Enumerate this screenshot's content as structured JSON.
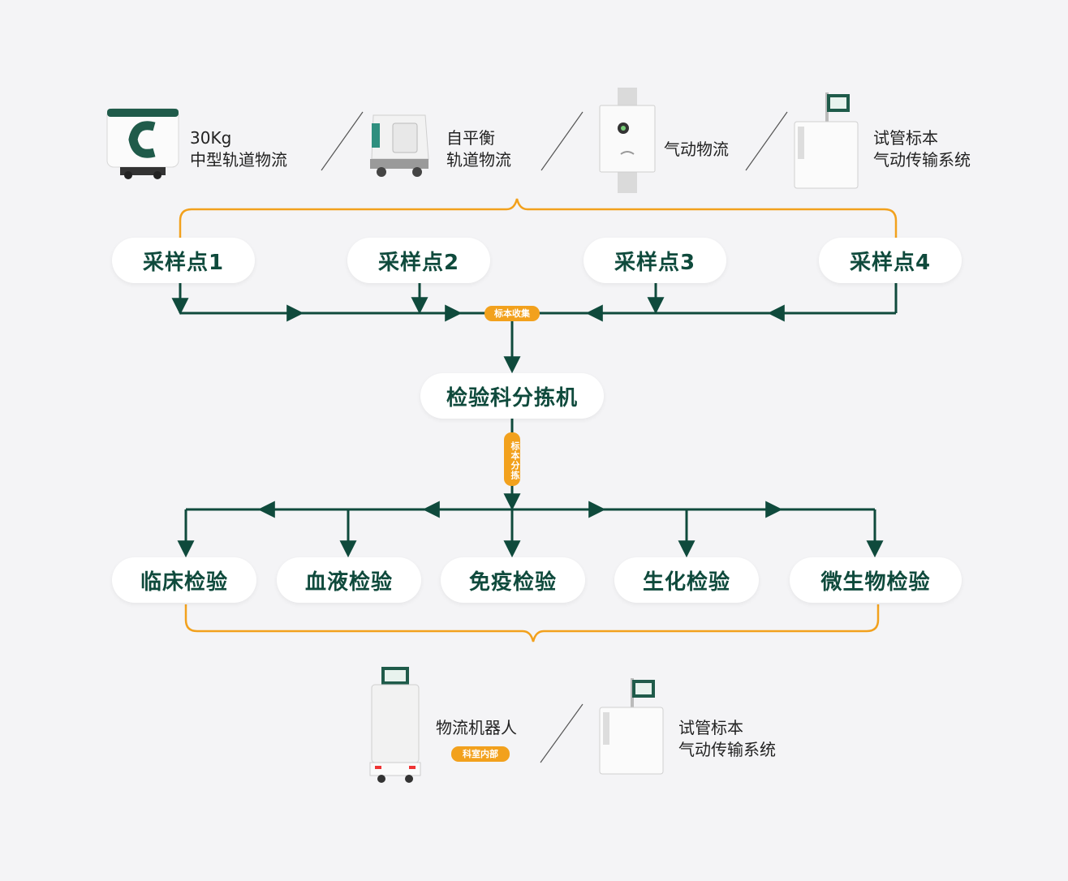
{
  "colors": {
    "line": "#0f4a3c",
    "accent": "#f2a11d",
    "background": "#f4f4f6",
    "pill_text": "#0f4a3c"
  },
  "transport_devices": [
    {
      "icon": "track-robot-icon",
      "label": "30Kg\n中型轨道物流"
    },
    {
      "icon": "self-balancing-robot-icon",
      "label": "自平衡\n轨道物流"
    },
    {
      "icon": "pneumatic-station-icon",
      "label": "气动物流"
    },
    {
      "icon": "tube-pneumatic-icon",
      "label": "试管标本\n气动传输系统"
    }
  ],
  "sampling_points": [
    "采样点1",
    "采样点2",
    "采样点3",
    "采样点4"
  ],
  "collect_badge": "标本收集",
  "sorter": "检验科分拣机",
  "sort_badge": "标本分拣",
  "labs": [
    "临床检验",
    "血液检验",
    "免疫检验",
    "生化检验",
    "微生物检验"
  ],
  "internal_devices": [
    {
      "icon": "logistics-robot-icon",
      "label": "物流机器人",
      "badge": "科室内部"
    },
    {
      "icon": "tube-pneumatic-icon",
      "label": "试管标本\n气动传输系统"
    }
  ]
}
